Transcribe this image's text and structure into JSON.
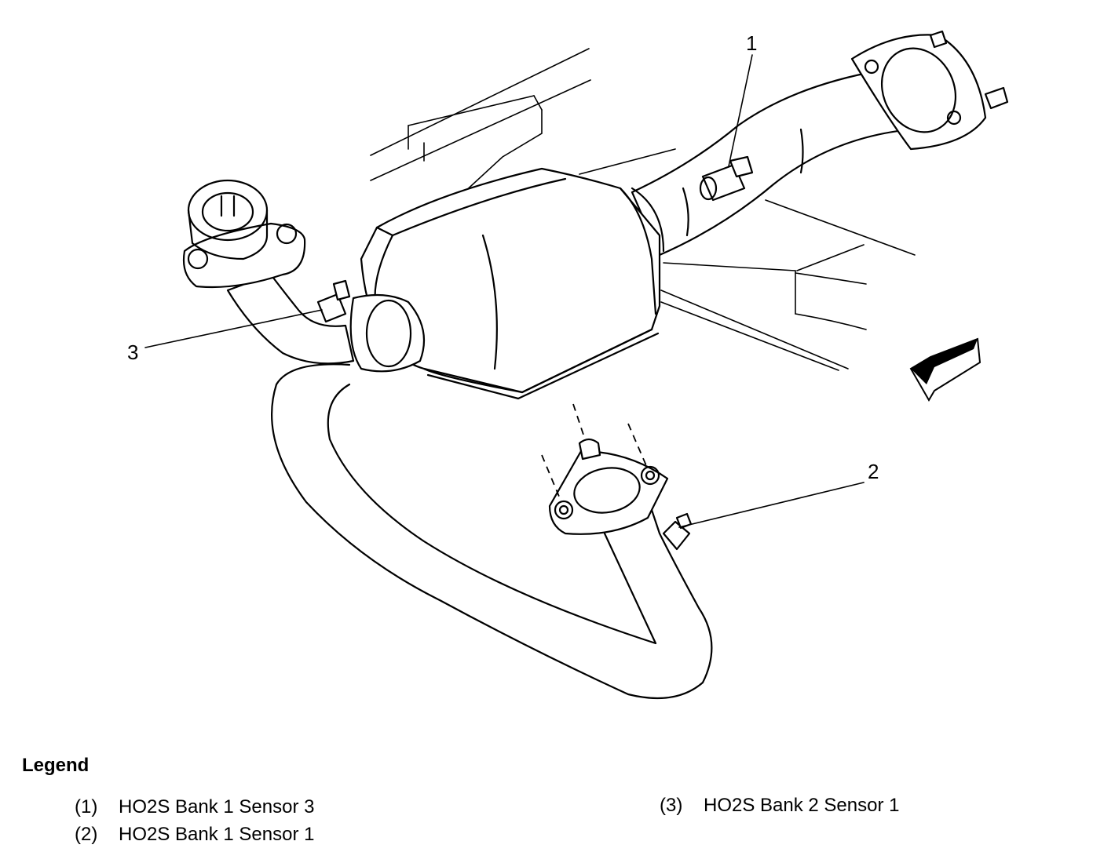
{
  "callouts": [
    {
      "id": "1",
      "label": "1"
    },
    {
      "id": "2",
      "label": "2"
    },
    {
      "id": "3",
      "label": "3"
    }
  ],
  "legend": {
    "title": "Legend",
    "items": [
      {
        "num": "(1)",
        "text": "HO2S Bank 1 Sensor 3"
      },
      {
        "num": "(2)",
        "text": "HO2S Bank 1 Sensor 1"
      },
      {
        "num": "(3)",
        "text": "HO2S Bank 2 Sensor 1"
      }
    ]
  }
}
